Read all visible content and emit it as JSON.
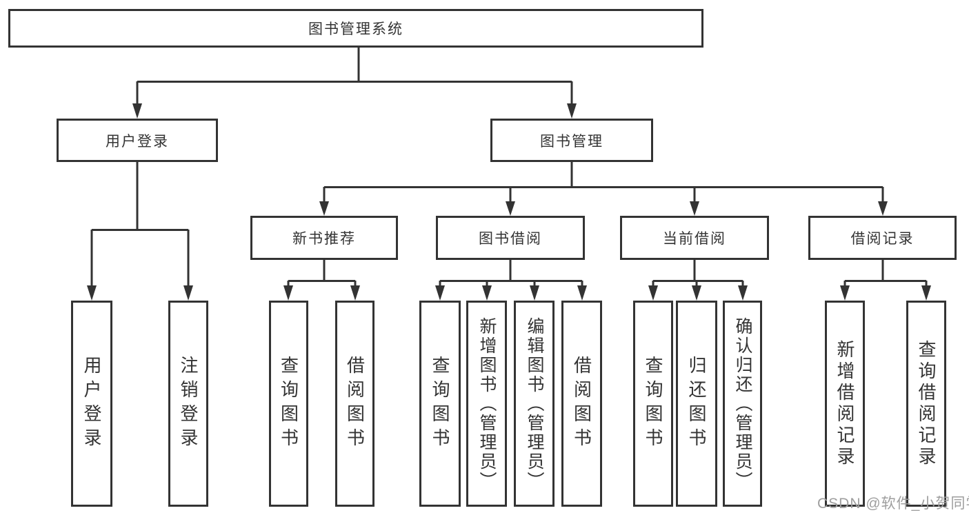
{
  "diagram": {
    "type": "hierarchy-diagram",
    "colors": {
      "line": "#333333",
      "box_border": "#333333",
      "text": "#333333",
      "background": "#ffffff",
      "watermark": "#9e9e9e"
    },
    "nodes": {
      "root": {
        "label": "图书管理系统"
      },
      "user_login": {
        "label": "用户登录"
      },
      "book_mgmt": {
        "label": "图书管理"
      },
      "new_book_rec": {
        "label": "新书推荐"
      },
      "book_borrow": {
        "label": "图书借阅"
      },
      "current_borrow": {
        "label": "当前借阅"
      },
      "borrow_record": {
        "label": "借阅记录"
      },
      "login": {
        "label": "用户登录"
      },
      "logout": {
        "label": "注销登录"
      },
      "rec_query_book": {
        "label": "查询图书"
      },
      "rec_borrow_book": {
        "label": "借阅图书"
      },
      "bb_query_book": {
        "label": "查询图书"
      },
      "bb_add_book": {
        "label": "新增图书（管理员）"
      },
      "bb_edit_book": {
        "label": "编辑图书（管理员）"
      },
      "bb_borrow_book": {
        "label": "借阅图书"
      },
      "cb_query_book": {
        "label": "查询图书"
      },
      "cb_return_book": {
        "label": "归还图书"
      },
      "cb_confirm_return": {
        "label": "确认归还（管理员）"
      },
      "br_add_record": {
        "label": "新增借阅记录"
      },
      "br_query_record": {
        "label": "查询借阅记录"
      }
    },
    "edges": [
      [
        "root",
        "user_login"
      ],
      [
        "root",
        "book_mgmt"
      ],
      [
        "user_login",
        "login"
      ],
      [
        "user_login",
        "logout"
      ],
      [
        "book_mgmt",
        "new_book_rec"
      ],
      [
        "book_mgmt",
        "book_borrow"
      ],
      [
        "book_mgmt",
        "current_borrow"
      ],
      [
        "book_mgmt",
        "borrow_record"
      ],
      [
        "new_book_rec",
        "rec_query_book"
      ],
      [
        "new_book_rec",
        "rec_borrow_book"
      ],
      [
        "book_borrow",
        "bb_query_book"
      ],
      [
        "book_borrow",
        "bb_add_book"
      ],
      [
        "book_borrow",
        "bb_edit_book"
      ],
      [
        "book_borrow",
        "bb_borrow_book"
      ],
      [
        "current_borrow",
        "cb_query_book"
      ],
      [
        "current_borrow",
        "cb_return_book"
      ],
      [
        "current_borrow",
        "cb_confirm_return"
      ],
      [
        "borrow_record",
        "br_add_record"
      ],
      [
        "borrow_record",
        "br_query_record"
      ]
    ],
    "watermark": {
      "text": "CSDN @软件_小贺同学"
    }
  }
}
